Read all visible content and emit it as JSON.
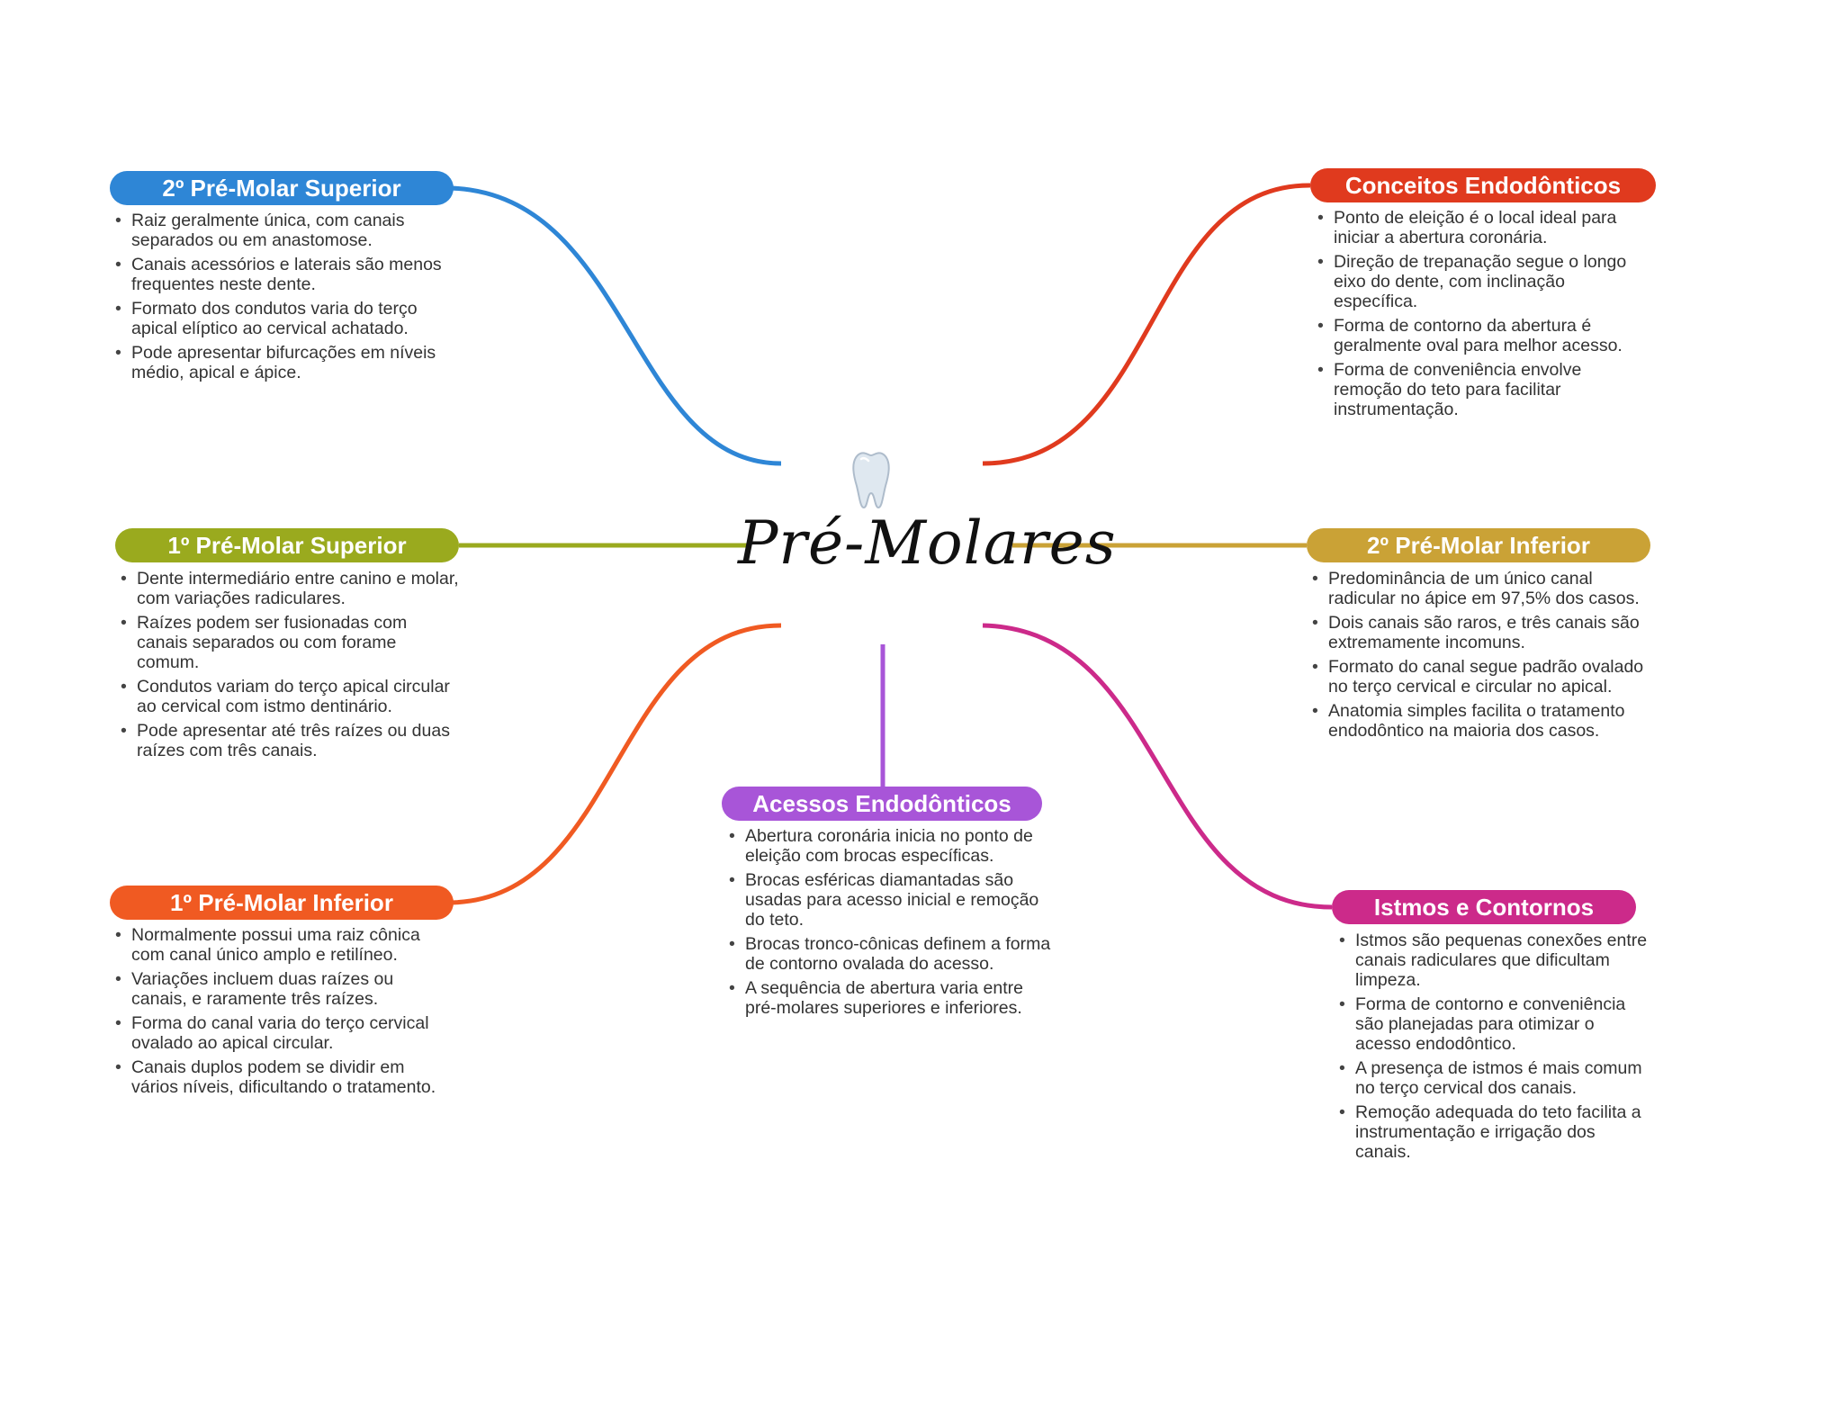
{
  "center": {
    "title": "Pré-Molares",
    "icon": "tooth-icon"
  },
  "colors": {
    "blue": "#2e86d6",
    "olive": "#9aaa1e",
    "orange": "#f05a22",
    "purple": "#a855d8",
    "red": "#e03a1e",
    "gold": "#caa236",
    "magenta": "#cc2a8a"
  },
  "topics": {
    "pm2_superior": {
      "title": "2º Pré-Molar Superior",
      "items": [
        "Raiz geralmente única, com canais separados ou em anastomose.",
        "Canais acessórios e laterais são menos frequentes neste dente.",
        "Formato dos condutos varia do terço apical elíptico ao cervical achatado.",
        "Pode apresentar bifurcações em níveis médio, apical e ápice."
      ]
    },
    "pm1_superior": {
      "title": "1º Pré-Molar Superior",
      "items": [
        "Dente intermediário entre canino e molar, com variações radiculares.",
        "Raízes podem ser fusionadas com canais separados ou com forame comum.",
        "Condutos variam do terço apical circular ao cervical com istmo dentinário.",
        "Pode apresentar até três raízes ou duas raízes com três canais."
      ]
    },
    "pm1_inferior": {
      "title": "1º Pré-Molar Inferior",
      "items": [
        "Normalmente possui uma raiz cônica com canal único amplo e retilíneo.",
        "Variações incluem duas raízes ou canais, e raramente três raízes.",
        "Forma do canal varia do terço cervical ovalado ao apical circular.",
        "Canais duplos podem se dividir em vários níveis, dificultando o tratamento."
      ]
    },
    "acessos": {
      "title": "Acessos Endodônticos",
      "items": [
        "Abertura coronária inicia no ponto de eleição com brocas específicas.",
        "Brocas esféricas diamantadas são usadas para acesso inicial e remoção do teto.",
        "Brocas tronco-cônicas definem a forma de contorno ovalada do acesso.",
        "A sequência de abertura varia entre pré-molares superiores e inferiores."
      ]
    },
    "conceitos": {
      "title": "Conceitos Endodônticos",
      "items": [
        "Ponto de eleição é o local ideal para iniciar a abertura coronária.",
        "Direção de trepanação segue o longo eixo do dente, com inclinação específica.",
        "Forma de contorno da abertura é geralmente oval para melhor acesso.",
        "Forma de conveniência envolve remoção do teto para facilitar instrumentação."
      ]
    },
    "pm2_inferior": {
      "title": "2º Pré-Molar Inferior",
      "items": [
        "Predominância de um único canal radicular no ápice em 97,5% dos casos.",
        "Dois canais são raros, e três canais são extremamente incomuns.",
        "Formato do canal segue padrão ovalado no terço cervical e circular no apical.",
        "Anatomia simples facilita o tratamento endodôntico na maioria dos casos."
      ]
    },
    "istmos": {
      "title": "Istmos e Contornos",
      "items": [
        "Istmos são pequenas conexões entre canais radiculares que dificultam limpeza.",
        "Forma de contorno e conveniência são planejadas para otimizar o acesso endodôntico.",
        "A presença de istmos é mais comum no terço cervical dos canais.",
        "Remoção adequada do teto facilita a instrumentação e irrigação dos canais."
      ]
    }
  }
}
